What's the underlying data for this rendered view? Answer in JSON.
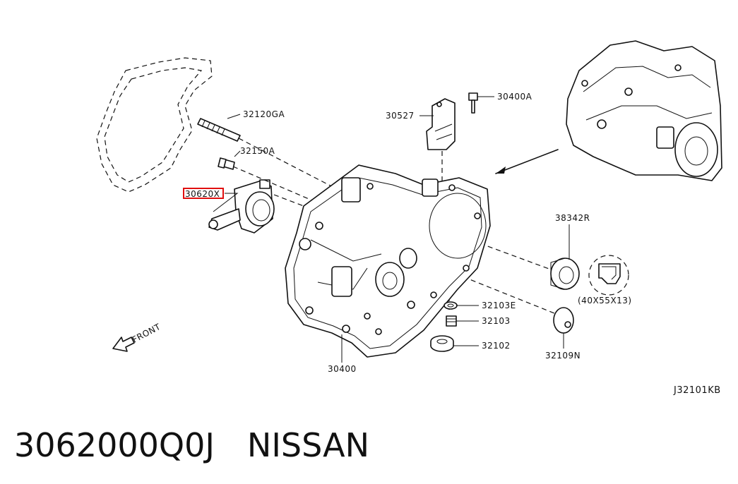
{
  "callouts": {
    "bearing_stud": "32120GA",
    "bolt_small": "32150A",
    "release_bearing": "30620X",
    "bracket": "30527",
    "bracket_bolt": "30400A",
    "oil_seal": "38342R",
    "seal_size": "(40X55X13)",
    "washer": "32103E",
    "plug": "32103",
    "magnet": "32102",
    "cap_plug": "32109N",
    "housing": "30400"
  },
  "front_label": "FRONT",
  "figure_code": "J32101KB",
  "caption": {
    "part_number": "3062000Q0J",
    "brand": "NISSAN"
  },
  "colors": {
    "highlight_box": "#e01010",
    "line": "#111111"
  }
}
